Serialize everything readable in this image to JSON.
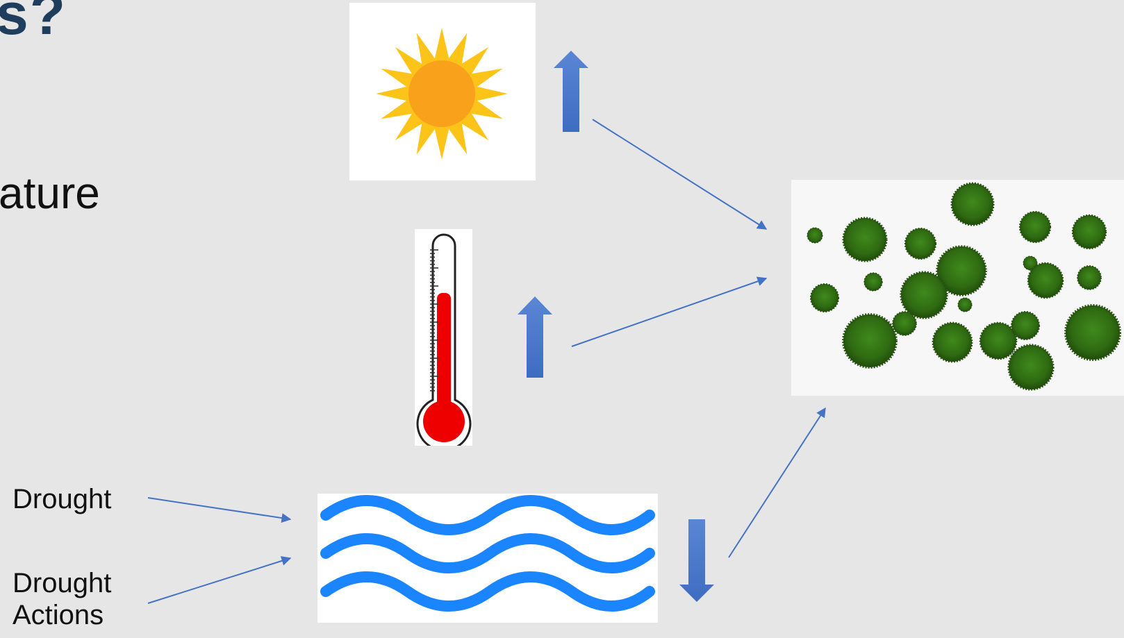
{
  "slide": {
    "title_fragment": "s?",
    "bullet_fragment": "ature",
    "labels": {
      "drought": "Drought",
      "drought_actions": "Drought\nActions"
    }
  },
  "colors": {
    "background": "#e6e6e6",
    "title": "#1f3d5c",
    "arrow_blue": "#4472c4",
    "water_blue": "#1a85ff",
    "sun_rays": "#fcc419",
    "sun_core": "#f9a11b",
    "thermo_red": "#ee0000",
    "algae_green": "#2f6a12"
  },
  "icons": [
    "sun-icon",
    "thermometer-icon",
    "water-waves-icon",
    "algae-icon",
    "up-arrow-icon",
    "down-arrow-icon"
  ],
  "indicators": {
    "sunlight": "increase",
    "temperature": "increase",
    "water_flow": "decrease"
  }
}
